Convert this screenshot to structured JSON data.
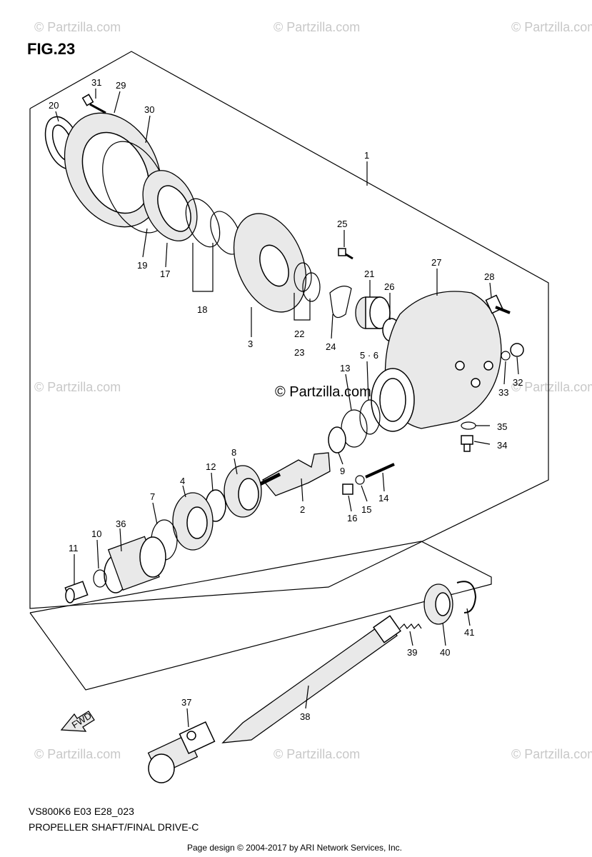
{
  "title": "FIG.23",
  "watermark_text": "© Partzilla.com",
  "center_watermark": "© Partzilla.com",
  "diagram_code": "VS800K6 E03 E28_023",
  "diagram_name": "PROPELLER SHAFT/FINAL DRIVE-C",
  "credit": "Page design © 2004-2017 by ARI Network Services, Inc.",
  "fwd_label": "FWD",
  "callouts": {
    "c1": "1",
    "c2": "2",
    "c3": "3",
    "c4": "4",
    "c56": "5 · 6",
    "c7": "7",
    "c8": "8",
    "c9": "9",
    "c10": "10",
    "c11": "11",
    "c12": "12",
    "c13": "13",
    "c14": "14",
    "c15": "15",
    "c16": "16",
    "c17": "17",
    "c18": "18",
    "c19": "19",
    "c20": "20",
    "c21": "21",
    "c22": "22",
    "c23": "23",
    "c24": "24",
    "c25": "25",
    "c26": "26",
    "c27": "27",
    "c28": "28",
    "c29": "29",
    "c30": "30",
    "c31": "31",
    "c32": "32",
    "c33": "33",
    "c34": "34",
    "c35": "35",
    "c36": "36",
    "c37": "37",
    "c38": "38",
    "c39": "39",
    "c40": "40",
    "c41": "41"
  }
}
